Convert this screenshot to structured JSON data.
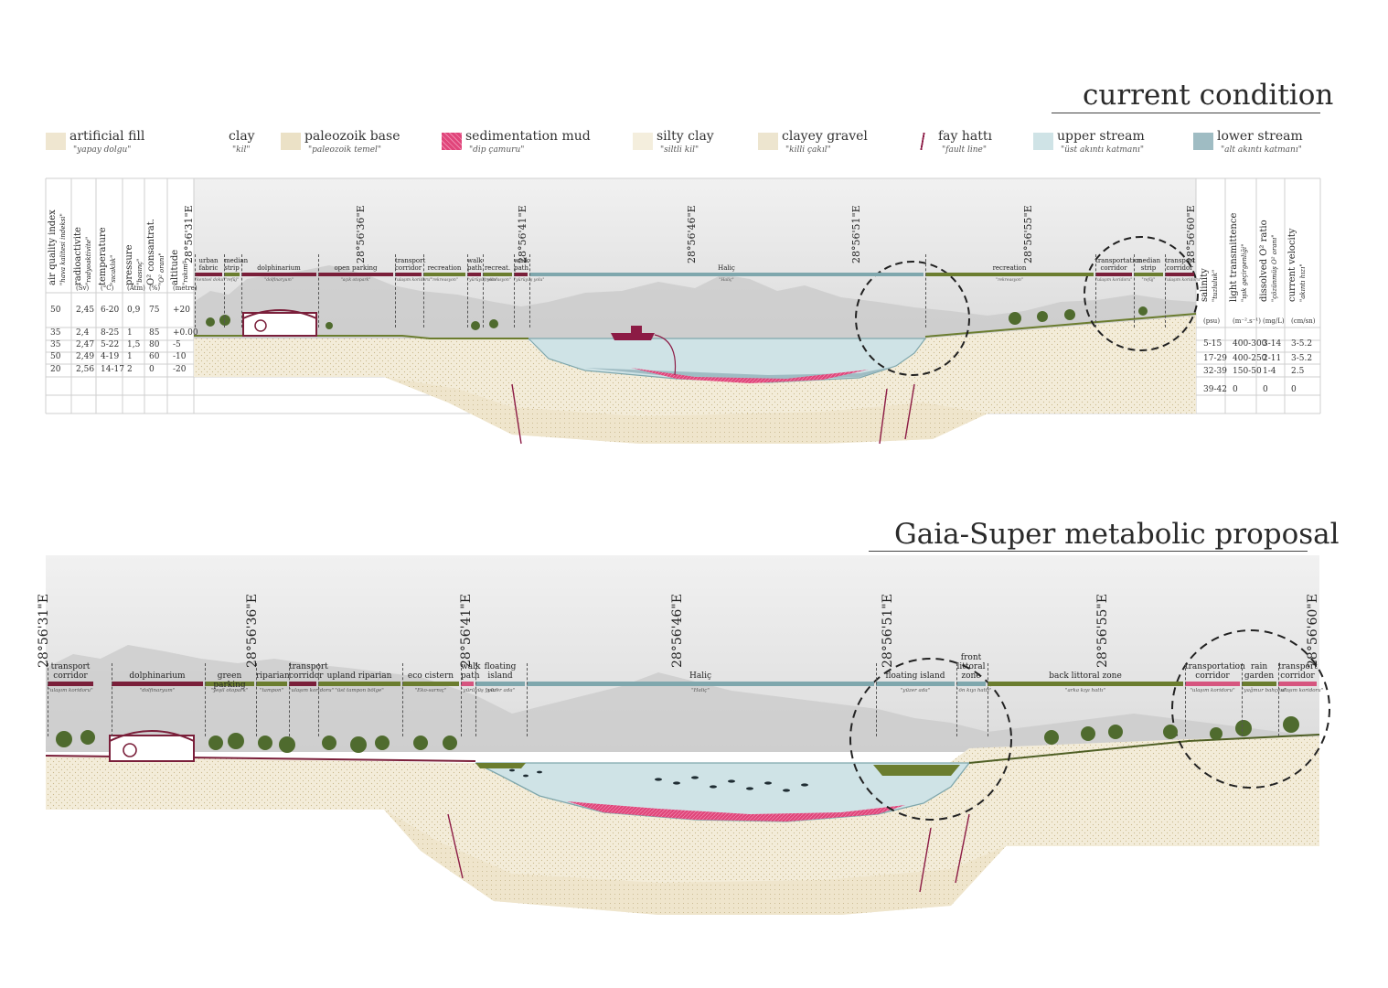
{
  "colors": {
    "artificial_fill": "#efe6d0",
    "clay": "#ffffff",
    "paleozoik_base": "#ebe1c6",
    "sedimentation_mud": "#e0457a",
    "silty_clay": "#f4eedd",
    "clayey_gravel": "#ede5cf",
    "fault_line": "#8c1b45",
    "upper_stream": "#cfe3e6",
    "lower_stream": "#9fbcc3",
    "maroon": "#7a1f3a",
    "green_band": "#6b7d2f",
    "teal_band": "#7fa7ad",
    "pink_band": "#d6557f"
  },
  "titles": {
    "current": "current condition",
    "proposal": "Gaia-Super metabolic proposal"
  },
  "legend": [
    {
      "name": "artificial fill",
      "sub": "\"yapay dolgu\"",
      "color_key": "artificial_fill"
    },
    {
      "name": "clay",
      "sub": "\"kil\"",
      "color_key": "clay"
    },
    {
      "name": "paleozoik base",
      "sub": "\"paleozoik temel\"",
      "color_key": "paleozoik_base"
    },
    {
      "name": "sedimentation mud",
      "sub": "\"dip çamuru\"",
      "color_key": "sedimentation_mud"
    },
    {
      "name": "silty clay",
      "sub": "\"siltli kil\"",
      "color_key": "silty_clay"
    },
    {
      "name": "clayey gravel",
      "sub": "\"killi çakıl\"",
      "color_key": "clayey_gravel"
    },
    {
      "name": "fay hattı",
      "sub": "\"fault line\"",
      "color_key": "fault_line"
    },
    {
      "name": "upper stream",
      "sub": "\"üst akıntı katmanı\"",
      "color_key": "upper_stream"
    },
    {
      "name": "lower stream",
      "sub": "\"alt akıntı katmanı\"",
      "color_key": "lower_stream"
    }
  ],
  "left_table": {
    "headers": [
      {
        "name": "air quality index",
        "sub": "\"hava kalitesi indeksi\""
      },
      {
        "name": "radioactivite",
        "sub": "\"radyoaktivite\""
      },
      {
        "name": "temperature",
        "sub": "\"sıcaklık\""
      },
      {
        "name": "pressure",
        "sub": "\"basınç\""
      },
      {
        "name": "O² consantrat.",
        "sub": "\"O² oranı\""
      },
      {
        "name": "altitude",
        "sub": "\"rakım\""
      }
    ],
    "units": [
      "",
      "(Sv)",
      "(°C)",
      "(Atm)",
      "(%)",
      "(metre)"
    ],
    "rows": [
      [
        "50",
        "2,45",
        "6-20",
        "0,9",
        "75",
        "+20"
      ],
      [
        "35",
        "2,4",
        "8-25",
        "1",
        "85",
        "+0.00"
      ],
      [
        "35",
        "2,47",
        "5-22",
        "1,5",
        "80",
        "-5"
      ],
      [
        "50",
        "2,49",
        "4-19",
        "1",
        "60",
        "-10"
      ],
      [
        "20",
        "2,56",
        "14-17",
        "2",
        "0",
        "-20"
      ]
    ]
  },
  "right_table": {
    "headers": [
      {
        "name": "salinity",
        "sub": "\"tuzluluk\""
      },
      {
        "name": "light transmittence",
        "sub": "\"ışık geçirgenliği\""
      },
      {
        "name": "dissolved O² ratio",
        "sub": "\"çözünmüş O² oranı\""
      },
      {
        "name": "current velocity",
        "sub": "\"akıntı hızı\""
      }
    ],
    "units": [
      "(psu)",
      "(m⁻².s⁻¹)",
      "(mg/L)",
      "(cm/sn)"
    ],
    "rows": [
      [
        "5-15",
        "400-300",
        "3-14",
        "3-5.2"
      ],
      [
        "17-29",
        "400-250",
        "2-11",
        "3-5.2"
      ],
      [
        "32-39",
        "150-50",
        "1-4",
        "2.5"
      ],
      [
        "39-42",
        "0",
        "0",
        "0"
      ]
    ]
  },
  "current_coords": [
    "28°56'31\"E",
    "28°56'36\"E",
    "28°56'41\"E",
    "28°56'46\"E",
    "28°56'51\"E",
    "28°56'55\"E",
    "28°56'60\"E"
  ],
  "proposal_coords": [
    "28°56'31\"E",
    "28°56'36\"E",
    "28°56'41\"E",
    "28°56'46\"E",
    "28°56'51\"E",
    "28°56'55\"E",
    "28°56'60\"E"
  ],
  "current_zones": [
    {
      "label": "urban\nfabric",
      "sub": "\"kentsel doku\"",
      "color_key": "maroon"
    },
    {
      "label": "median\nstrip",
      "sub": "\"refüj\"",
      "color_key": "green_band"
    },
    {
      "label": "dolphinarium",
      "sub": "\"dolfinaryum\"",
      "color_key": "maroon"
    },
    {
      "label": "open parking",
      "sub": "\"açık otopark\"",
      "color_key": "maroon"
    },
    {
      "label": "transport\ncorridor",
      "sub": "\"ulaşım koridoru\"",
      "color_key": "maroon"
    },
    {
      "label": "recreation",
      "sub": "\"rekreasyon\"",
      "color_key": "green_band"
    },
    {
      "label": "walk\npath",
      "sub": "\"yürüyüş yolu\"",
      "color_key": "maroon"
    },
    {
      "label": "recreat.",
      "sub": "\"rekreasyon\"",
      "color_key": "green_band"
    },
    {
      "label": "walk\npath",
      "sub": "\"yürüyüş yolu\"",
      "color_key": "maroon"
    },
    {
      "label": "Haliç",
      "sub": "\"Haliç\"",
      "color_key": "teal_band"
    },
    {
      "label": "recreation",
      "sub": "\"rekreasyon\"",
      "color_key": "green_band"
    },
    {
      "label": "transportation\ncorridor",
      "sub": "\"ulaşım koridoru\"",
      "color_key": "maroon"
    },
    {
      "label": "median\nstrip",
      "sub": "\"refüj\"",
      "color_key": "green_band"
    },
    {
      "label": "transport\ncorridor",
      "sub": "\"ulaşım koridoru\"",
      "color_key": "maroon"
    }
  ],
  "proposal_zones": [
    {
      "label": "transport\ncorridor",
      "sub": "\"ulaşım koridoru\"",
      "color_key": "maroon"
    },
    {
      "label": "dolphinarium",
      "sub": "\"dolfinaryum\"",
      "color_key": "maroon"
    },
    {
      "label": "green parking",
      "sub": "\"yeşil otopark\"",
      "color_key": "green_band"
    },
    {
      "label": "riparian",
      "sub": "\"tampon\"",
      "color_key": "green_band"
    },
    {
      "label": "transport\ncorridor",
      "sub": "\"ulaşım koridoru\"",
      "color_key": "maroon"
    },
    {
      "label": "upland riparian",
      "sub": "\"üst tampon bölge\"",
      "color_key": "green_band"
    },
    {
      "label": "eco cistern",
      "sub": "\"Eko-sarnıç\"",
      "color_key": "green_band"
    },
    {
      "label": "walk\npath",
      "sub": "\"yürüyüş yolu\"",
      "color_key": "pink_band"
    },
    {
      "label": "floating\nisland",
      "sub": "\"yüzer ada\"",
      "color_key": "teal_band"
    },
    {
      "label": "Haliç",
      "sub": "\"Haliç\"",
      "color_key": "teal_band"
    },
    {
      "label": "floating island",
      "sub": "\"yüzer ada\"",
      "color_key": "teal_band"
    },
    {
      "label": "front\nlittoral\nzone",
      "sub": "\"ön kıyı hattı\"",
      "color_key": "teal_band"
    },
    {
      "label": "back littoral zone",
      "sub": "\"arka kıyı hattı\"",
      "color_key": "green_band"
    },
    {
      "label": "transportation\ncorridor",
      "sub": "\"ulaşım koridoru\"",
      "color_key": "pink_band"
    },
    {
      "label": "rain\ngarden",
      "sub": "\"yağmur bahçesi\"",
      "color_key": "green_band"
    },
    {
      "label": "transport\ncorridor",
      "sub": "\"ulaşım koridoru\"",
      "color_key": "pink_band"
    }
  ]
}
